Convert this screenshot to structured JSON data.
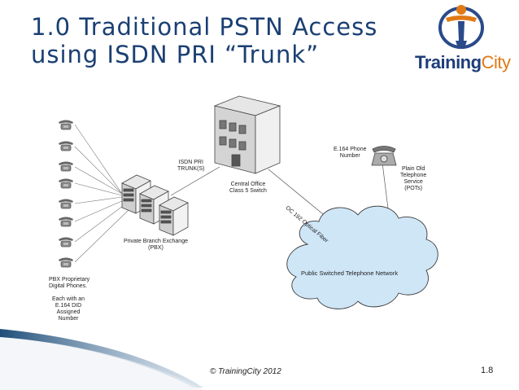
{
  "title": {
    "line1": "1.0 Traditional PSTN Access",
    "line2": "using ISDN PRI “Trunk”"
  },
  "logo": {
    "brand_a": "Training",
    "brand_b": "City"
  },
  "labels": {
    "isdn_pri": [
      "ISDN PRI",
      "TRUNK(S)"
    ],
    "central_office": [
      "Central Office",
      "Class 5 Switch"
    ],
    "e164_phone": [
      "E.164 Phone",
      "Number"
    ],
    "pots": [
      "Plain Old",
      "Telephone",
      "Service",
      "(POTs)"
    ],
    "optical_fiber": "OC 192 Optical Fiber",
    "pbx": [
      "Private Branch Exchange",
      "(PBX)"
    ],
    "pstn": "Public Switched Telephone Network",
    "pbx_phones": [
      "PBX Proprietary",
      "Digital Phones."
    ],
    "did": [
      "Each with an",
      "E.164 DID",
      "Assigned",
      "Number"
    ]
  },
  "footer": {
    "copyright": "© TrainingCity 2012",
    "page_number": "1.8"
  },
  "colors": {
    "title": "#1a3f73",
    "swoosh": "#1f4e79",
    "cloud": "#cfe6f7",
    "logo_orange": "#e07a16",
    "logo_blue": "#1e3d7a"
  }
}
